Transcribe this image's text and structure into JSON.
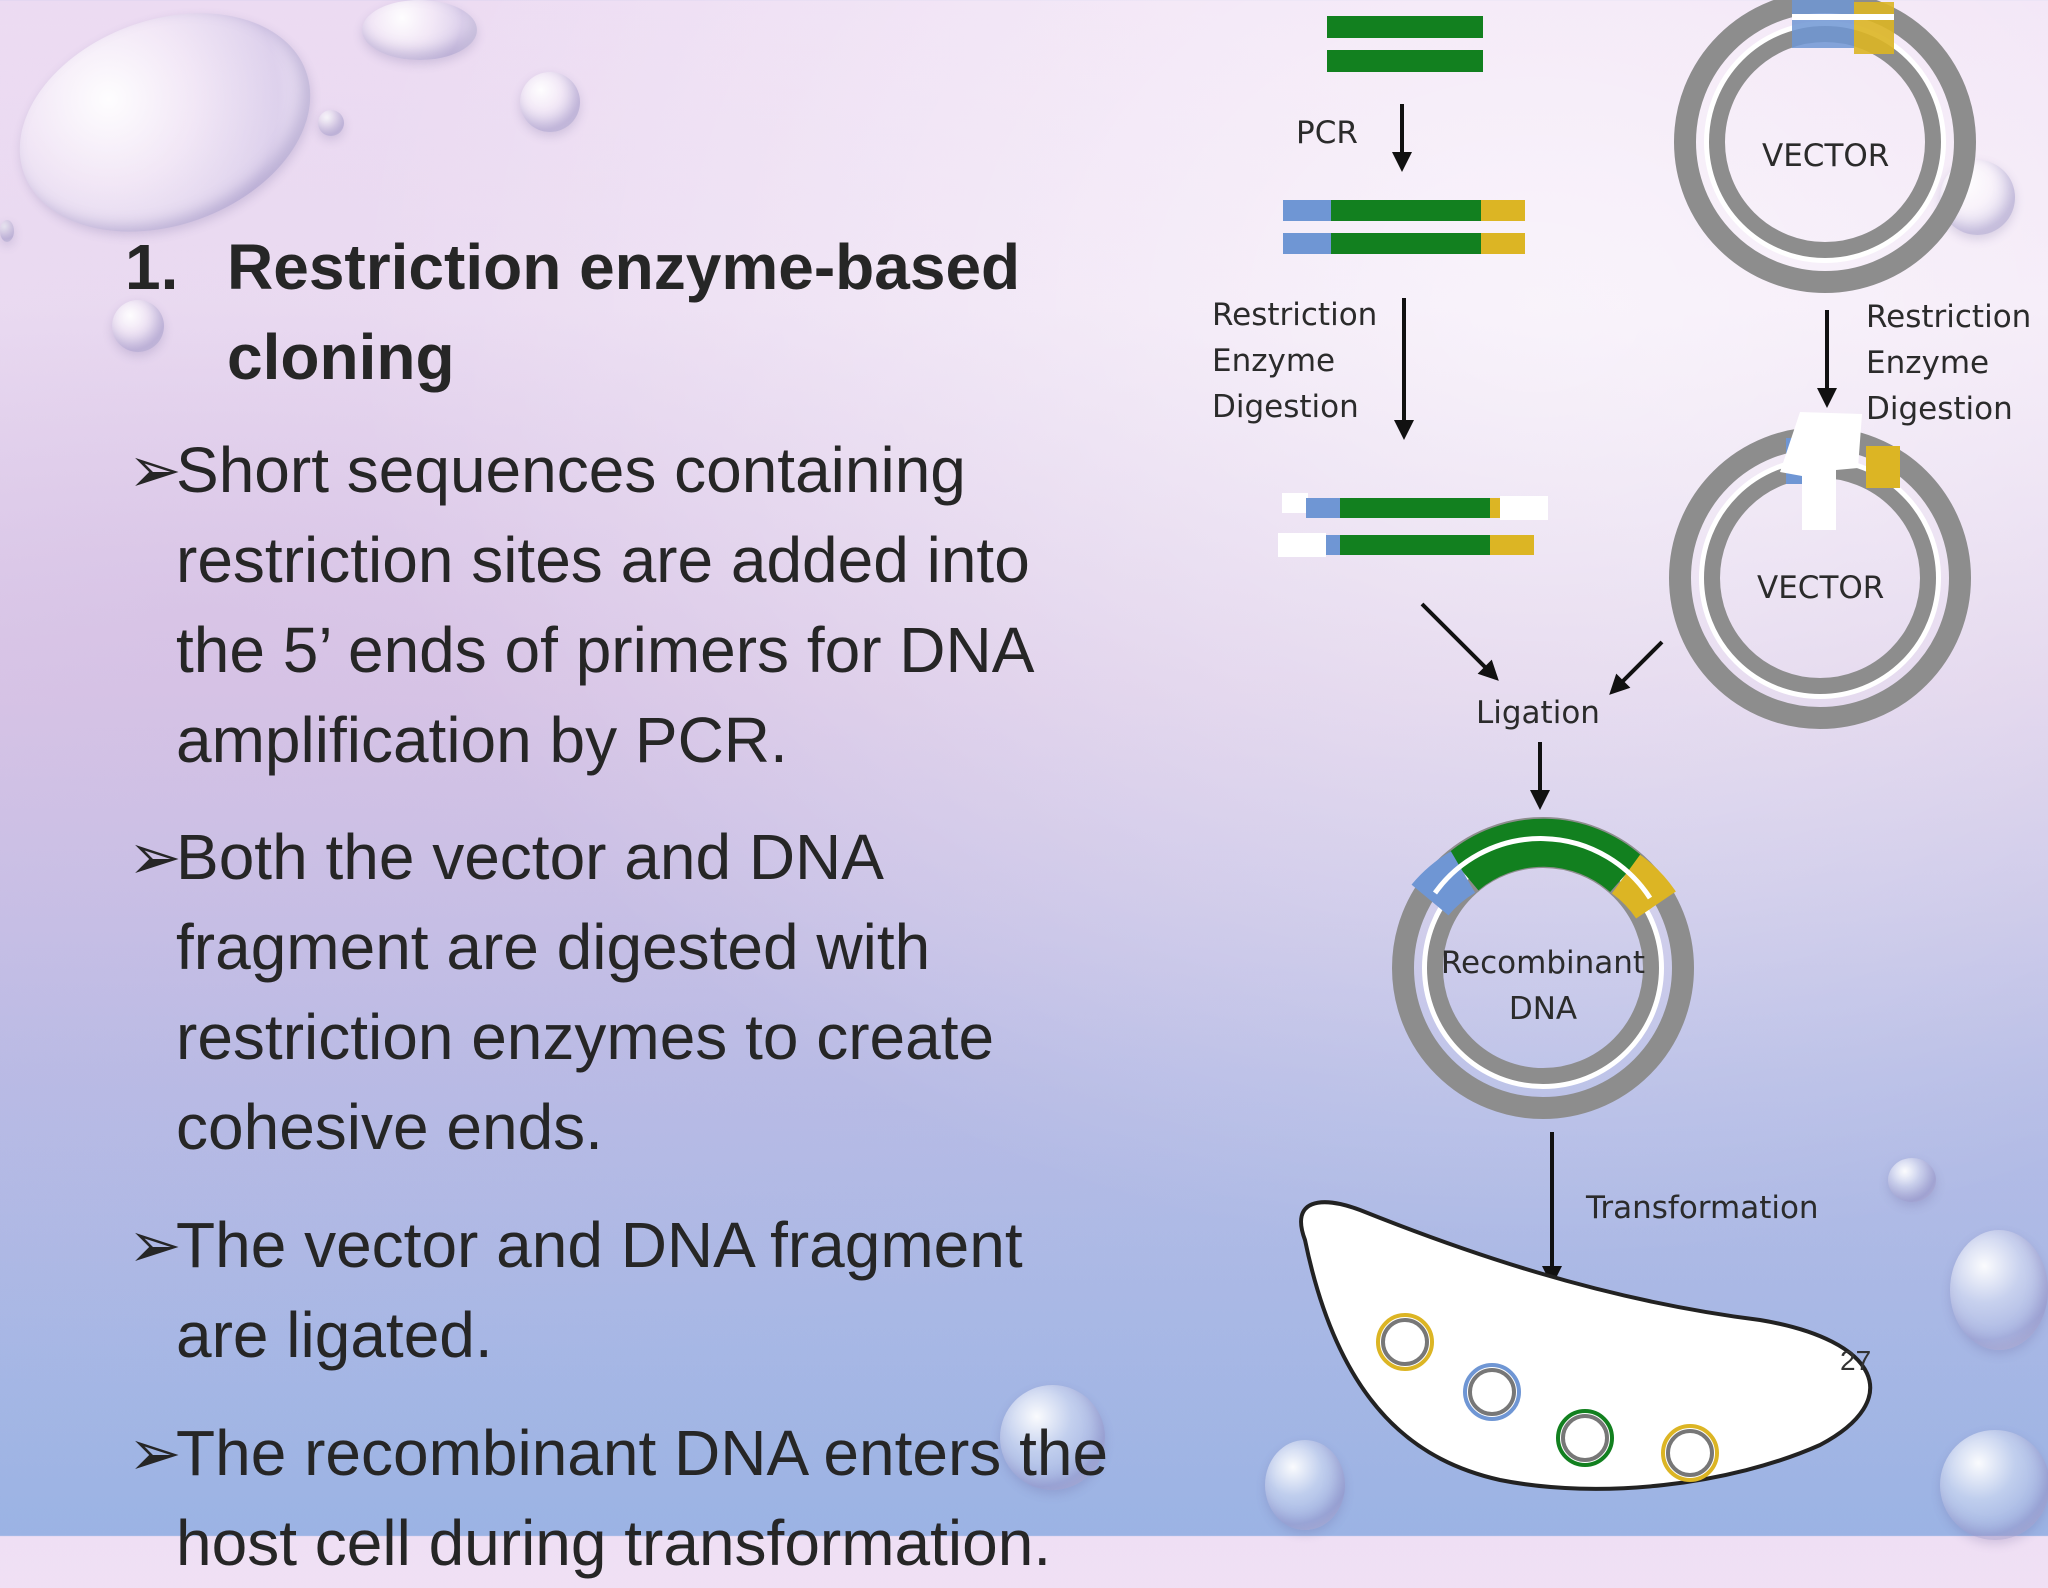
{
  "slide": {
    "heading_number": "1.",
    "heading_lines": [
      "Restriction enzyme-based",
      "cloning"
    ],
    "bullet_marker": "➢",
    "bullets": [
      [
        "Short sequences containing",
        "restriction sites are added into",
        "the 5’ ends of primers for DNA",
        "amplification by PCR."
      ],
      [
        "Both the vector and DNA",
        "fragment are digested with",
        "restriction enzymes to create",
        "cohesive ends."
      ],
      [
        "The vector and DNA fragment",
        "are ligated."
      ],
      [
        "The recombinant DNA enters the",
        "host cell during transformation."
      ]
    ],
    "page_number": "27"
  },
  "diagram": {
    "pcr_label": "PCR",
    "left_digestion_lines": [
      "Restriction",
      "Enzyme",
      "Digestion"
    ],
    "right_digestion_lines": [
      "Restriction",
      "Enzyme",
      "Digestion"
    ],
    "vector_label": "VECTOR",
    "cut_vector_label": "VECTOR",
    "ligation_label": "Ligation",
    "recombinant_lines": [
      "Recombinant",
      "DNA"
    ],
    "transformation_label": "Transformation",
    "colors": {
      "insert_green": "#12801f",
      "site_blue": "#6f96d4",
      "site_yellow": "#dcb524",
      "vector_grey": "#8d8d8d",
      "arrow": "#111111"
    }
  }
}
